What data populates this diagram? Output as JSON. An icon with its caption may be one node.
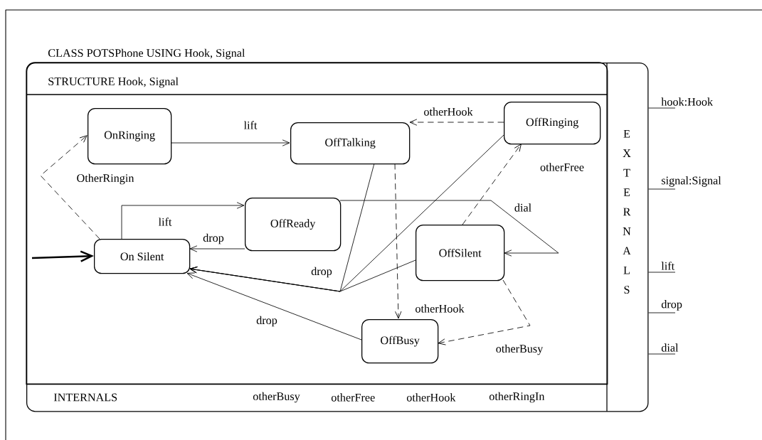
{
  "diagram": {
    "nodes": [
      {
        "text": [
          "CLASS POTSPhone USING Hook, Signal"
        ]
      },
      {
        "text": [
          "STRUCTURE Hook, Signal"
        ],
        "in": 0
      },
      {
        "text": [
          "OnRinging"
        ],
        "in": 1
      },
      {
        "text": [
          "OffTalking"
        ],
        "in": 1
      },
      {
        "text": [
          "OffRinging"
        ],
        "in": 1
      },
      {
        "text": [
          "OffReady"
        ],
        "in": 1
      },
      {
        "text": [
          "On Silent"
        ],
        "in": 1
      },
      {
        "text": [
          "OffSilent"
        ],
        "in": 1
      },
      {
        "text": [
          "OffBusy"
        ],
        "in": 1
      },
      {
        "text": [
          "INTERNALS",
          "otherBusy",
          "otherFree",
          "otherHook",
          "otherRingIn"
        ],
        "in": 0
      },
      {
        "text": [
          "E X T E R N A L S"
        ],
        "in": 0
      },
      {
        "text": [
          "hook:Hook"
        ]
      },
      {
        "text": [
          "signal:Signal"
        ]
      },
      {
        "text": [
          "lift"
        ]
      },
      {
        "text": [
          "drop"
        ]
      },
      {
        "text": [
          "dial"
        ]
      }
    ],
    "edges": [
      {
        "from": null,
        "to": 6,
        "arrow": "to",
        "style": "thick"
      },
      {
        "from": 2,
        "to": 3,
        "arrow": "to",
        "label": "lift"
      },
      {
        "from": 6,
        "to": 2,
        "arrow": "to",
        "label": "OtherRingin",
        "style": "dashed"
      },
      {
        "from": 6,
        "to": 5,
        "arrow": "to",
        "label": "lift"
      },
      {
        "from": 5,
        "to": 6,
        "arrow": "to",
        "label": "drop"
      },
      {
        "from": 4,
        "to": 3,
        "arrow": "to",
        "label": "otherHook",
        "style": "dashed"
      },
      {
        "from": 7,
        "to": 4,
        "arrow": "to",
        "label": "otherFree",
        "style": "dashed"
      },
      {
        "from": 5,
        "to": 7,
        "arrow": "to",
        "label": "dial"
      },
      {
        "from": 3,
        "to": 6,
        "arrow": "to",
        "label": "drop"
      },
      {
        "from": 4,
        "to": 6,
        "arrow": "to"
      },
      {
        "from": 7,
        "to": 6,
        "arrow": "to"
      },
      {
        "from": 8,
        "to": 6,
        "arrow": "to",
        "label": "drop"
      },
      {
        "from": 3,
        "to": 8,
        "arrow": "to",
        "label": "otherHook",
        "style": "dashed"
      },
      {
        "from": 7,
        "to": 8,
        "arrow": "to",
        "label": "otherBusy",
        "style": "dashed"
      },
      {
        "from": 0,
        "to": 11,
        "arrow": "none"
      },
      {
        "from": 0,
        "to": 12,
        "arrow": "none"
      },
      {
        "from": 0,
        "to": 13,
        "arrow": "none"
      },
      {
        "from": 0,
        "to": 14,
        "arrow": "none"
      },
      {
        "from": 0,
        "to": 15,
        "arrow": "none"
      }
    ]
  }
}
